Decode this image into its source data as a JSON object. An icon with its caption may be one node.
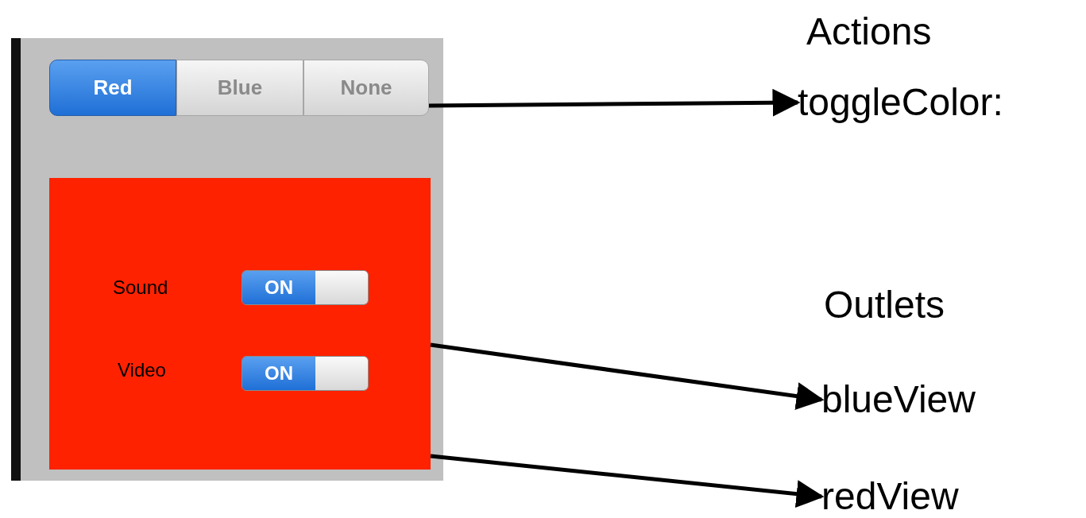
{
  "diagram": {
    "nodes": [
      {
        "text": [],
        "shape": "box"
      },
      {
        "text": [
          "Red"
        ],
        "in": 0
      },
      {
        "text": [
          "Blue"
        ],
        "in": 0
      },
      {
        "text": [
          "None"
        ],
        "in": 0
      },
      {
        "text": [],
        "shape": "box",
        "in": 0
      },
      {
        "text": [
          "ON"
        ],
        "in": 4
      },
      {
        "text": [
          "ON"
        ],
        "in": 4
      },
      {
        "text": [
          "toggleColor:"
        ]
      },
      {
        "text": [
          "blueView"
        ]
      },
      {
        "text": [
          "redView"
        ]
      }
    ],
    "edges": [
      {
        "from": 3,
        "to": 7,
        "arrow": "to"
      },
      {
        "from": 4,
        "to": 8,
        "arrow": "to"
      },
      {
        "from": 4,
        "to": 9,
        "arrow": "to"
      }
    ],
    "labels": [
      "Actions",
      "Sound",
      "Outlets",
      "Video"
    ]
  }
}
